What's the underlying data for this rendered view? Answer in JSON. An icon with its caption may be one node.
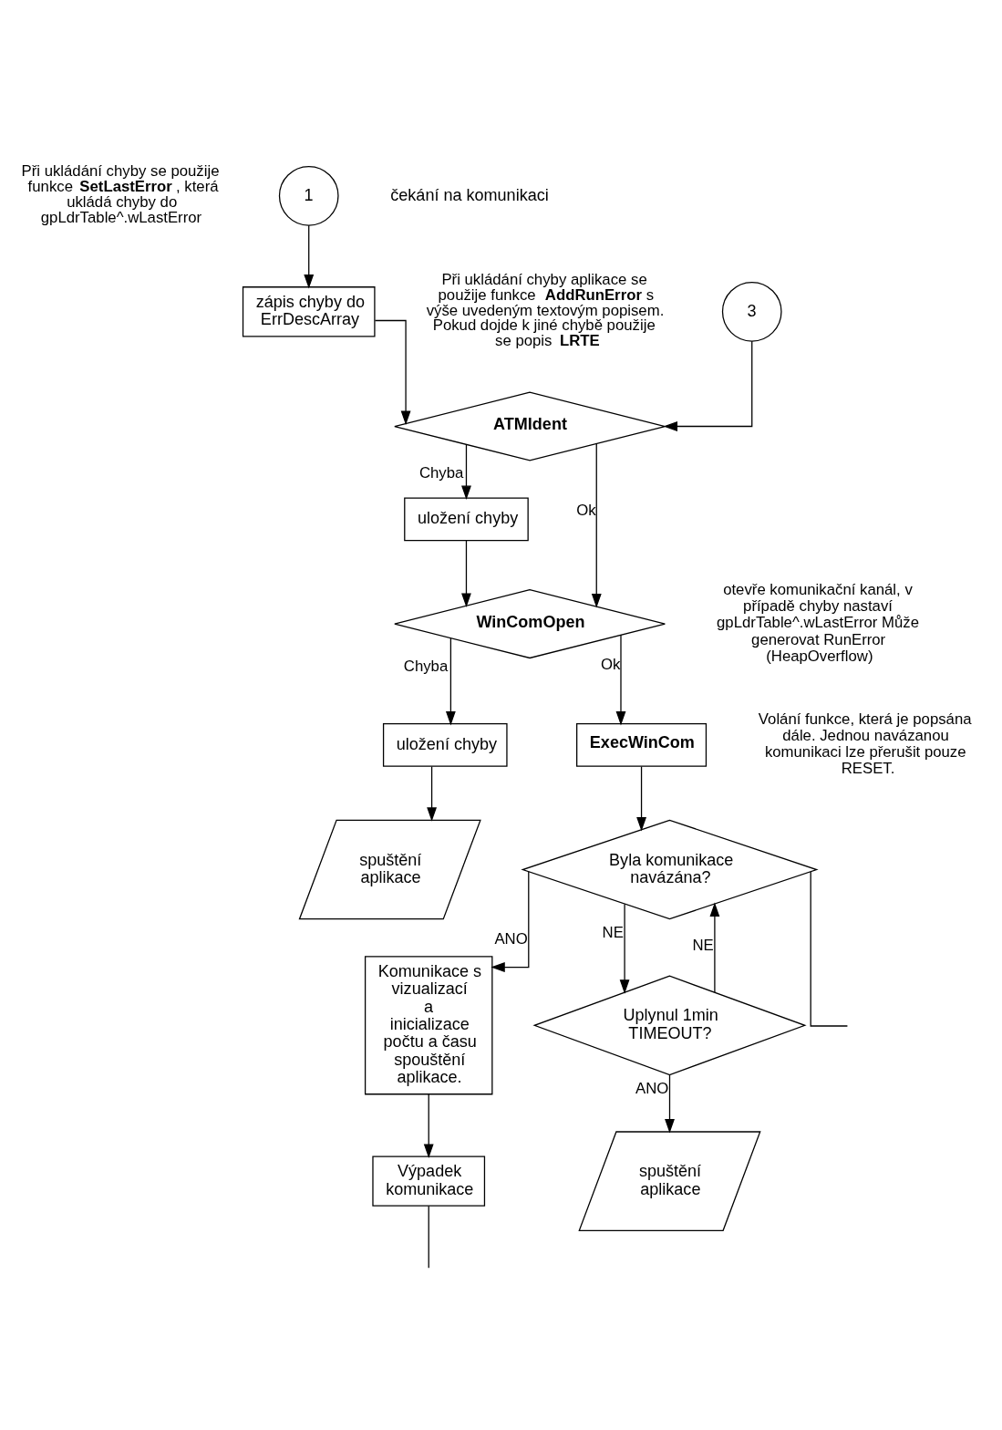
{
  "diagram": {
    "nodes": [
      {
        "text": [
          "1"
        ],
        "beside": [
          "čekání na komunikaci"
        ]
      },
      {
        "text": [
          "zápis chyby do ErrDescArray"
        ]
      },
      {
        "text": [
          "3"
        ]
      },
      {
        "text": [
          "**ATMIdent**"
        ]
      },
      {
        "text": [
          "uložení chyby"
        ]
      },
      {
        "text": [
          "**WinComOpen**"
        ]
      },
      {
        "text": [
          "uložení chyby"
        ]
      },
      {
        "text": [
          "spuštění aplikace"
        ]
      },
      {
        "text": [
          "**ExecWinCom**"
        ]
      },
      {
        "text": [
          "Byla komunikace navázána?"
        ]
      },
      {
        "text": [
          "Komunikace s vizualizací a inicializace počtu a času spouštění aplikace."
        ]
      },
      {
        "text": [
          "Uplynul 1min TIMEOUT?"
        ]
      },
      {
        "text": [
          "spuštění aplikace"
        ]
      },
      {
        "text": [
          "Výpadek komunikace"
        ]
      }
    ],
    "edges": [
      {
        "from": 0,
        "to": 1,
        "arrow": "to"
      },
      {
        "from": 1,
        "to": 3,
        "arrow": "to"
      },
      {
        "from": 2,
        "to": 3,
        "arrow": "to"
      },
      {
        "from": 3,
        "to": 4,
        "arrow": "to",
        "label": "Chyba"
      },
      {
        "from": 3,
        "to": 5,
        "arrow": "to",
        "label": "Ok"
      },
      {
        "from": 4,
        "to": 5,
        "arrow": "to"
      },
      {
        "from": 5,
        "to": 6,
        "arrow": "to",
        "label": "Chyba"
      },
      {
        "from": 5,
        "to": 8,
        "arrow": "to",
        "label": "Ok"
      },
      {
        "from": 6,
        "to": 7,
        "arrow": "to"
      },
      {
        "from": 8,
        "to": 9,
        "arrow": "to"
      },
      {
        "from": 9,
        "to": 10,
        "arrow": "to",
        "label": "ANO"
      },
      {
        "from": 9,
        "to": null,
        "arrow": "none"
      },
      {
        "from": 9,
        "to": 11,
        "arrow": "to",
        "label": "NE"
      },
      {
        "from": 11,
        "to": 9,
        "arrow": "to",
        "label": "NE"
      },
      {
        "from": 11,
        "to": 12,
        "arrow": "to",
        "label": "ANO"
      },
      {
        "from": 10,
        "to": 13,
        "arrow": "to"
      },
      {
        "from": 13,
        "to": null,
        "arrow": "none"
      }
    ],
    "labels": [
      "Při ukládání chyby se použije funkce **SetLastError**, která ukládá chyby do gpLdrTable^.wLastError",
      "Při ukládání chyby aplikace se použije funkce **AddRunError** s výše uvedeným textovým popisem. Pokud dojde k jiné chybě použije se popis **LRTE**",
      "otevře komunikační kanál, v případě chyby nastaví gpLdrTable^.wLastError Může generovat RunError (HeapOverflow)",
      "Volání funkce, která je popsána dále. Jednou navázanou komunikaci lze přerušit pouze RESET."
    ]
  }
}
